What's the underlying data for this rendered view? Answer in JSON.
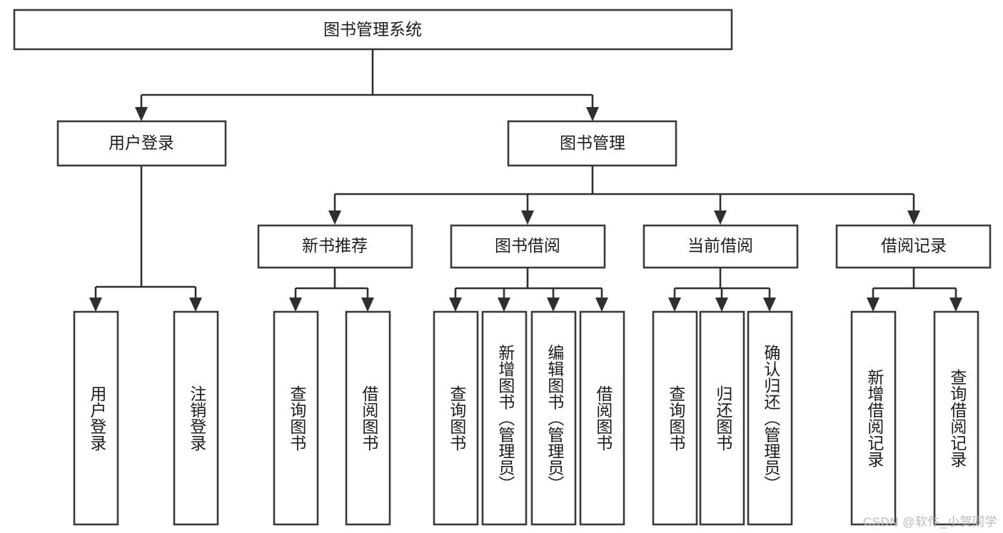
{
  "diagram": {
    "type": "tree-hierarchy",
    "title": "图书管理系统",
    "watermark": "CSDN @软件_小贺同学",
    "colors": {
      "box_stroke": "#3a3a3a",
      "box_fill": "#ffffff",
      "connector": "#2f2f2f",
      "text": "#1c1c1c",
      "watermark": "#b9b9b9",
      "background": "#ffffff"
    },
    "levels": [
      {
        "level": 1,
        "nodes": [
          {
            "id": "root",
            "label": "图书管理系统",
            "orientation": "horizontal"
          }
        ]
      },
      {
        "level": 2,
        "nodes": [
          {
            "id": "login",
            "label": "用户登录",
            "orientation": "horizontal",
            "parent": "root"
          },
          {
            "id": "bookmgmt",
            "label": "图书管理",
            "orientation": "horizontal",
            "parent": "root"
          }
        ]
      },
      {
        "level": 3,
        "nodes": [
          {
            "id": "newbook",
            "label": "新书推荐",
            "orientation": "horizontal",
            "parent": "bookmgmt"
          },
          {
            "id": "borrow",
            "label": "图书借阅",
            "orientation": "horizontal",
            "parent": "bookmgmt"
          },
          {
            "id": "current",
            "label": "当前借阅",
            "orientation": "horizontal",
            "parent": "bookmgmt"
          },
          {
            "id": "records",
            "label": "借阅记录",
            "orientation": "horizontal",
            "parent": "bookmgmt"
          }
        ]
      },
      {
        "level": 4,
        "nodes": [
          {
            "id": "leaf1",
            "label": "用户登录",
            "orientation": "vertical",
            "parent": "login"
          },
          {
            "id": "leaf2",
            "label": "注销登录",
            "orientation": "vertical",
            "parent": "login"
          },
          {
            "id": "leaf3",
            "label": "查询图书",
            "orientation": "vertical",
            "parent": "newbook"
          },
          {
            "id": "leaf4",
            "label": "借阅图书",
            "orientation": "vertical",
            "parent": "newbook"
          },
          {
            "id": "leaf5",
            "label": "查询图书",
            "orientation": "vertical",
            "parent": "borrow"
          },
          {
            "id": "leaf6",
            "label": "新增图书（管理员）",
            "orientation": "vertical",
            "parent": "borrow"
          },
          {
            "id": "leaf7",
            "label": "编辑图书（管理员）",
            "orientation": "vertical",
            "parent": "borrow"
          },
          {
            "id": "leaf8",
            "label": "借阅图书",
            "orientation": "vertical",
            "parent": "borrow"
          },
          {
            "id": "leaf9",
            "label": "查询图书",
            "orientation": "vertical",
            "parent": "current"
          },
          {
            "id": "leaf10",
            "label": "归还图书",
            "orientation": "vertical",
            "parent": "current"
          },
          {
            "id": "leaf11",
            "label": "确认归还（管理员）",
            "orientation": "vertical",
            "parent": "current"
          },
          {
            "id": "leaf12",
            "label": "新增借阅记录",
            "orientation": "vertical",
            "parent": "records"
          },
          {
            "id": "leaf13",
            "label": "查询借阅记录",
            "orientation": "vertical",
            "parent": "records"
          }
        ]
      }
    ]
  }
}
